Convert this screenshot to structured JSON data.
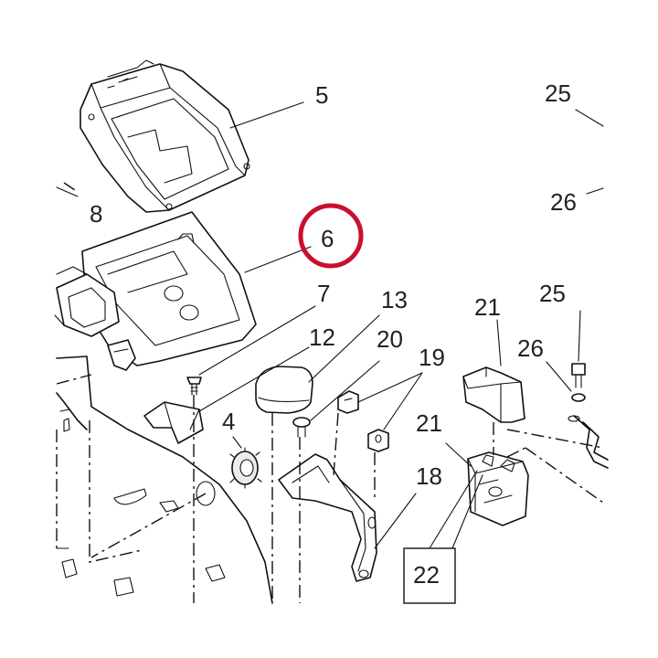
{
  "diagram": {
    "callouts": [
      {
        "id": "c5",
        "text": "5"
      },
      {
        "id": "c6",
        "text": "6"
      },
      {
        "id": "c7",
        "text": "7"
      },
      {
        "id": "c8",
        "text": "8"
      },
      {
        "id": "c12",
        "text": "12"
      },
      {
        "id": "c13",
        "text": "13"
      },
      {
        "id": "c20",
        "text": "20"
      },
      {
        "id": "c19",
        "text": "19"
      },
      {
        "id": "c4",
        "text": "4"
      },
      {
        "id": "c18",
        "text": "18"
      },
      {
        "id": "c21a",
        "text": "21"
      },
      {
        "id": "c21b",
        "text": "21"
      },
      {
        "id": "c25a",
        "text": "25"
      },
      {
        "id": "c25b",
        "text": "25"
      },
      {
        "id": "c26a",
        "text": "26"
      },
      {
        "id": "c26b",
        "text": "26"
      },
      {
        "id": "c22",
        "text": "22"
      }
    ],
    "highlight": {
      "target": "6",
      "color": "#c8102e"
    }
  }
}
